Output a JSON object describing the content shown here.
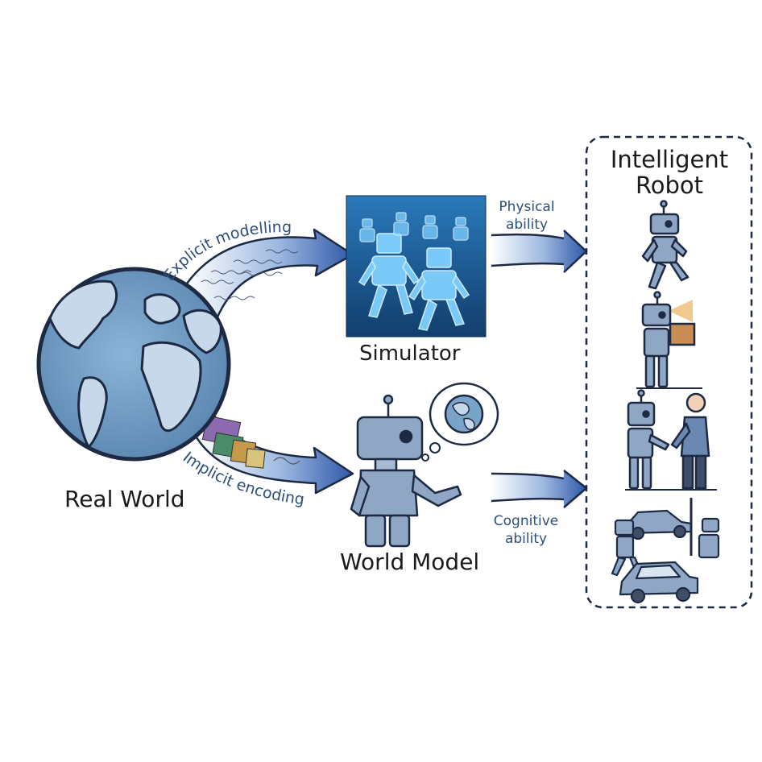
{
  "diagram": {
    "source_node": {
      "label": "Real World"
    },
    "simulator_node": {
      "label": "Simulator"
    },
    "world_model_node": {
      "label": "World Model"
    },
    "target_node": {
      "label": "Intelligent Robot"
    },
    "edges": {
      "explicit": "Explicit modelling",
      "implicit": "Implicit encoding",
      "physical": "Physical ability",
      "cognitive": "Cognitive ability"
    },
    "colors": {
      "arrow_blue": "#2f57a8",
      "globe_ocean": "#6f9cc4",
      "globe_land": "#c6d8ea",
      "robot_body": "#8fa6c4",
      "simulator_bg": "#1d5e98",
      "text_blue": "#2d4f7c"
    }
  }
}
